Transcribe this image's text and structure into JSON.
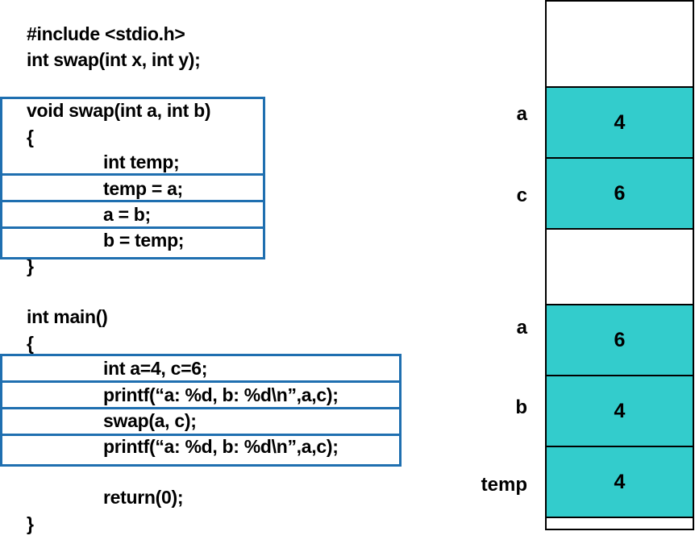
{
  "colors": {
    "highlight_border": "#1f6fb0",
    "stack_cell_fill": "#33cccc"
  },
  "code": {
    "include": "#include <stdio.h>",
    "prototype": "int swap(int x, int y);",
    "swap_signature": "void swap(int a, int b)",
    "swap_open_brace": "{",
    "swap_decl_temp": "int temp;",
    "swap_assign_temp": "temp = a;",
    "swap_assign_a": "a = b;",
    "swap_assign_b": "b = temp;",
    "swap_close_brace": "}",
    "main_signature": "int main()",
    "main_open_brace": "{",
    "main_decl": "int a=4, c=6;",
    "main_printf_1": "printf(“a: %d, b: %d\\n”,a,c);",
    "main_call_swap": "swap(a, c);",
    "main_printf_2": "printf(“a: %d, b: %d\\n”,a,c);",
    "main_return": "return(0);",
    "main_close_brace": "}"
  },
  "stack": {
    "cells": [
      {
        "label": "",
        "value": ""
      },
      {
        "label": "a",
        "value": "4"
      },
      {
        "label": "c",
        "value": "6"
      },
      {
        "label": "",
        "value": ""
      },
      {
        "label": "a",
        "value": "6"
      },
      {
        "label": "b",
        "value": "4"
      },
      {
        "label": "temp",
        "value": "4"
      },
      {
        "label": "",
        "value": ""
      }
    ]
  }
}
